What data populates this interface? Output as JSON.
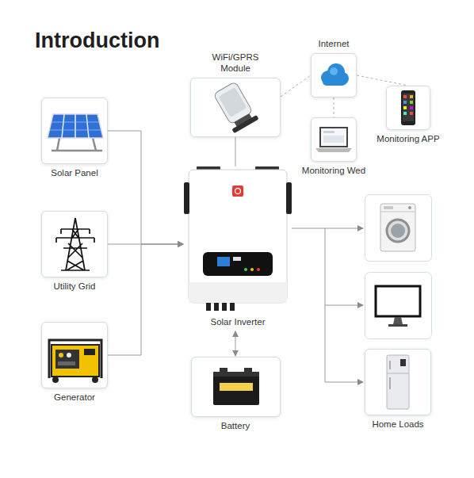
{
  "diagram": {
    "title": "Introduction",
    "nodes": [
      {
        "text": [
          "Solar Panel"
        ]
      },
      {
        "text": [
          "Utility Grid"
        ]
      },
      {
        "text": [
          "Generator"
        ]
      },
      {
        "text": [
          "WiFi/GPRS Module"
        ]
      },
      {
        "text": [
          "Internet"
        ]
      },
      {
        "text": [
          "Monitoring APP"
        ]
      },
      {
        "text": [
          "Monitoring Wed"
        ]
      },
      {
        "text": [
          "Solar Inverter"
        ]
      },
      {
        "text": [
          "Battery"
        ]
      },
      {
        "text": [
          "Home Loads"
        ]
      }
    ],
    "edges": [
      {
        "from": 0,
        "to": 7,
        "arrow": "to"
      },
      {
        "from": 1,
        "to": 7,
        "arrow": "to"
      },
      {
        "from": 2,
        "to": 7,
        "arrow": "to"
      },
      {
        "from": 3,
        "to": 7,
        "arrow": "none"
      },
      {
        "from": 3,
        "to": 4,
        "arrow": "none"
      },
      {
        "from": 4,
        "to": 5,
        "arrow": "none"
      },
      {
        "from": 4,
        "to": 6,
        "arrow": "none"
      },
      {
        "from": 7,
        "to": 8,
        "arrow": "both"
      },
      {
        "from": 7,
        "to": 9,
        "arrow": "to"
      }
    ]
  }
}
